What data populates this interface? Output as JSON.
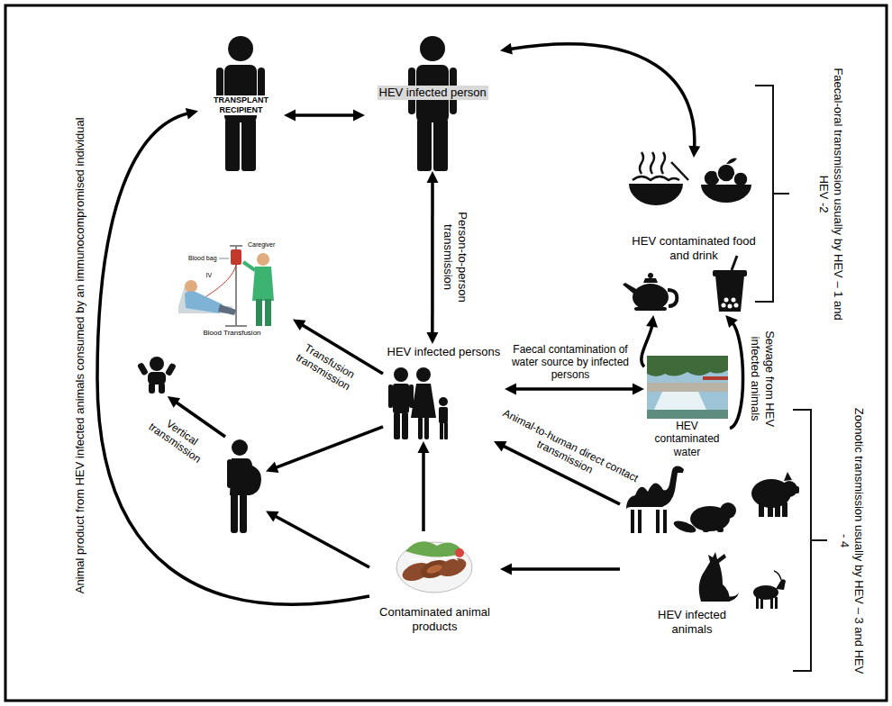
{
  "diagram": {
    "nodes": [
      {
        "text": [
          "TRANSPLANT RECIPIENT"
        ]
      },
      {
        "text": [
          "HEV infected person"
        ]
      },
      {
        "text": [
          "HEV contaminated food and drink"
        ]
      },
      {
        "text": [
          "HEV contaminated water"
        ]
      },
      {
        "text": [
          "HEV infected persons"
        ]
      },
      {
        "text": [
          "Blood Transfusion"
        ]
      },
      {
        "text": []
      },
      {
        "text": []
      },
      {
        "text": [
          "Contaminated animal products"
        ]
      },
      {
        "text": [
          "HEV infected animals"
        ]
      }
    ],
    "edges": [
      {
        "from": 0,
        "to": 1,
        "arrow": "both"
      },
      {
        "from": 1,
        "to": 2,
        "arrow": "both"
      },
      {
        "from": 1,
        "to": 4,
        "arrow": "both",
        "label": "Person-to-person transmission"
      },
      {
        "from": 4,
        "to": 5,
        "arrow": "to",
        "label": "Transfusion transmission"
      },
      {
        "from": 7,
        "to": 6,
        "arrow": "to",
        "label": "Vertical transmission"
      },
      {
        "from": 4,
        "to": 7,
        "arrow": "to"
      },
      {
        "from": 8,
        "to": 7,
        "arrow": "to"
      },
      {
        "from": 8,
        "to": 4,
        "arrow": "to"
      },
      {
        "from": 8,
        "to": 0,
        "arrow": "to",
        "label": "Animal product from HEV infected animals consumed by an immunocompromised individual"
      },
      {
        "from": 4,
        "to": 3,
        "arrow": "both",
        "label": "Faecal contamination of water source by infected persons"
      },
      {
        "from": 9,
        "to": 4,
        "arrow": "to",
        "label": "Animal-to-human direct contact transmission"
      },
      {
        "from": 9,
        "to": 8,
        "arrow": "to"
      },
      {
        "from": 3,
        "to": 2,
        "arrow": "to"
      },
      {
        "from": 3,
        "to": 2,
        "arrow": "to",
        "label": "Sewage from HEV infected animals"
      }
    ],
    "labels": [
      "Faecal-oral transmission usually by HEV – 1 and HEV -2",
      "Zoonotic transmission usually by HEV – 3 and HEV - 4",
      "Caregiver",
      "Blood bag",
      "IV"
    ]
  }
}
